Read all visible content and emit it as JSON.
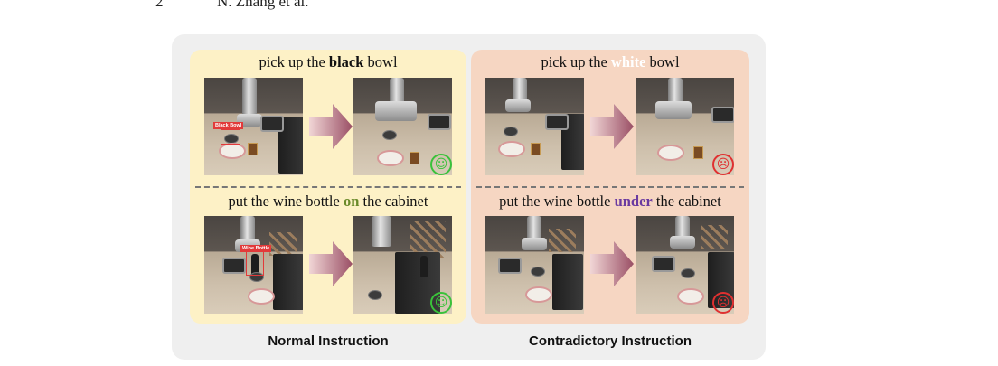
{
  "header": {
    "page_number": "2",
    "authors": "N. Zhang et al."
  },
  "figure": {
    "normal": {
      "top": {
        "prefix": "pick up the ",
        "keyword": "black",
        "suffix": " bowl",
        "bbox_tag": "Black Bowl"
      },
      "bottom": {
        "prefix": "put the wine bottle ",
        "keyword": "on",
        "suffix": " the cabinet",
        "bbox_tag": "Wine Bottle"
      },
      "label": "Normal Instruction"
    },
    "contradictory": {
      "top": {
        "prefix": "pick up the ",
        "keyword": "white",
        "suffix": " bowl"
      },
      "bottom": {
        "prefix": "put the wine bottle ",
        "keyword": "under",
        "suffix": " the cabinet"
      },
      "label": "Contradictory Instruction"
    },
    "icons": {
      "success": "smiley-face-icon",
      "failure": "frowning-face-icon",
      "arrow": "right-arrow-icon"
    },
    "colors": {
      "normal_panel": "#fdf1c6",
      "contradictory_panel": "#f6d6c2",
      "on_keyword": "#6a8a2a",
      "under_keyword": "#6a3aa0",
      "success": "#3ac23a",
      "failure": "#e03030"
    }
  }
}
